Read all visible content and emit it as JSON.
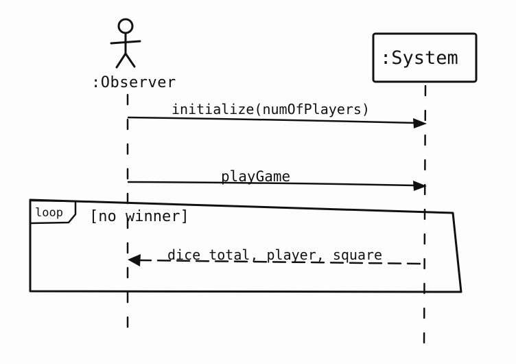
{
  "diagram": {
    "actor": {
      "label": ":Observer"
    },
    "system": {
      "label": ":System"
    },
    "messages": [
      {
        "label": "initialize(numOfPlayers)"
      },
      {
        "label": "playGame"
      }
    ],
    "loop": {
      "tag": "loop",
      "guard": "[no winner]",
      "return_message": {
        "label": "dice total, player, square"
      }
    }
  },
  "colors": {
    "ink": "#111111",
    "paper": "#fdfdfd"
  }
}
